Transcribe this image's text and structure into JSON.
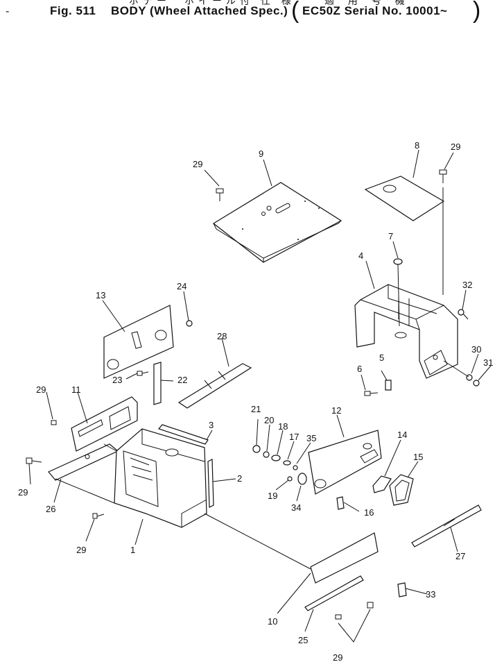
{
  "header": {
    "top_kana": "ボデー　ホイール付 仕 様",
    "dash": "-",
    "fig_label": "Fig. 511",
    "title": "BODY (Wheel Attached Spec.)",
    "japanese_serial": "適 用 号 機",
    "serial_spec": "EC50Z Serial No. 10001~",
    "lparen": "(",
    "rparen": ")"
  },
  "callouts": [
    "1",
    "2",
    "3",
    "4",
    "5",
    "6",
    "7",
    "8",
    "9",
    "10",
    "11",
    "12",
    "13",
    "14",
    "15",
    "16",
    "17",
    "18",
    "19",
    "20",
    "21",
    "22",
    "23",
    "24",
    "25",
    "26",
    "27",
    "28",
    "29",
    "30",
    "31",
    "32",
    "33",
    "34",
    "35"
  ]
}
